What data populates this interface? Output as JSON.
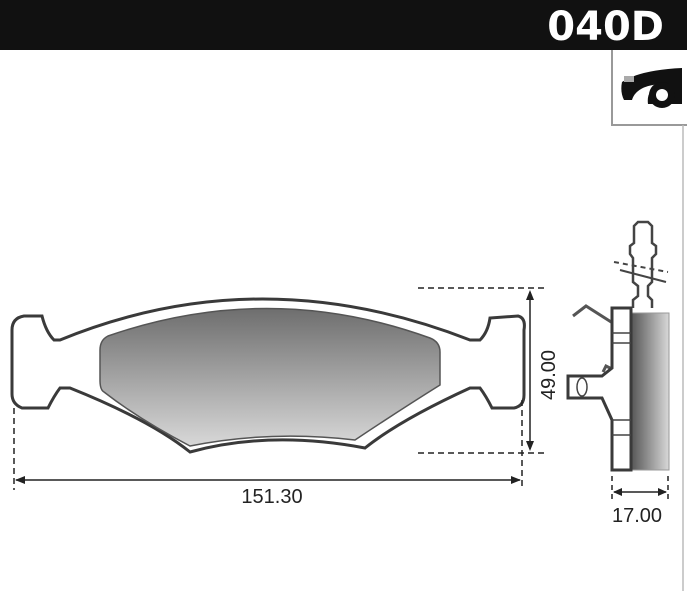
{
  "header": {
    "code": "040D",
    "background": "#111111"
  },
  "position_icon": "car-front-axle-icon",
  "dimensions": {
    "width": "151.30",
    "height": "49.00",
    "thickness": "17.00"
  },
  "colors": {
    "outline": "#3a3a3a",
    "friction_dark": "#6e6e6e",
    "friction_light": "#d8d8d8"
  }
}
